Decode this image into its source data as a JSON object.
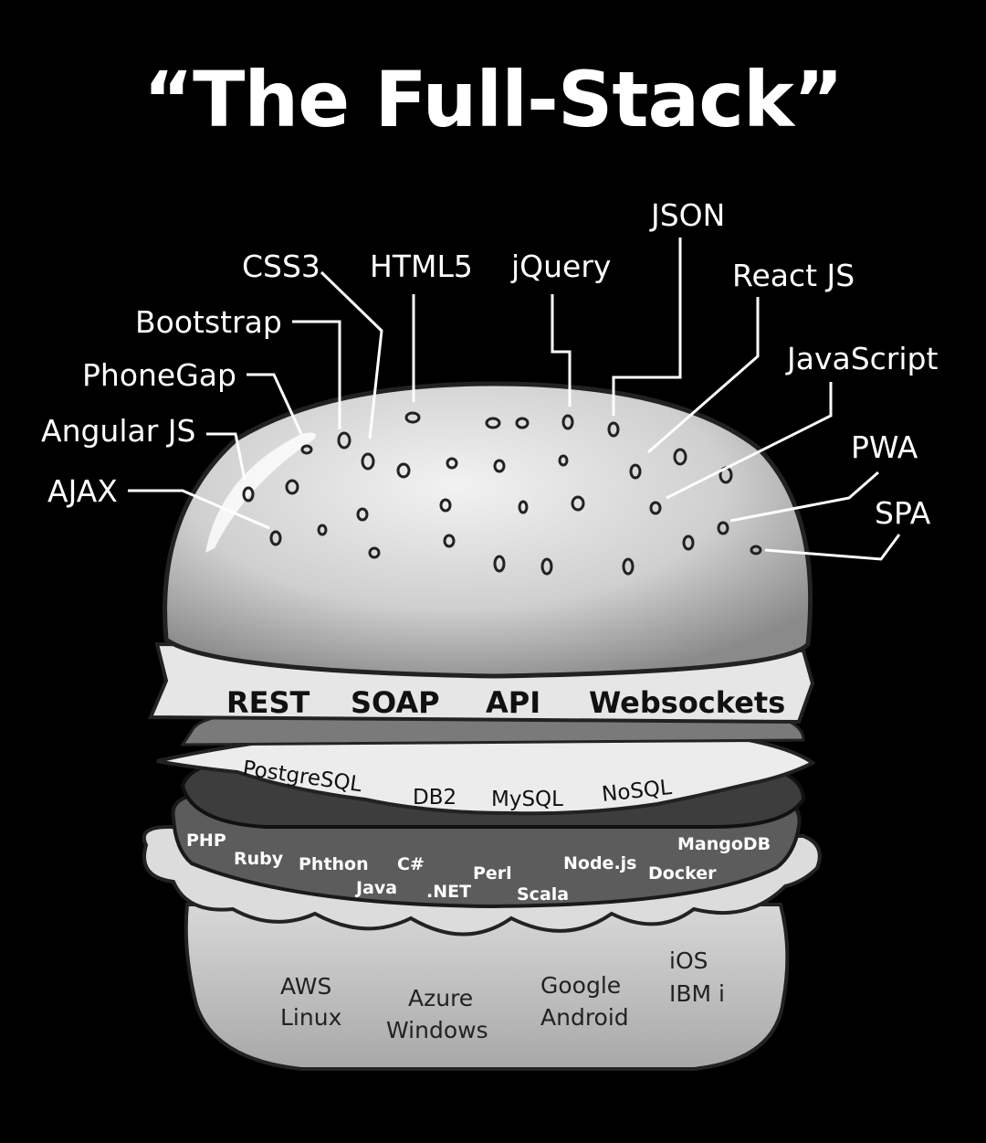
{
  "title": "“The Full-Stack”",
  "frontend_labels": {
    "json": "JSON",
    "css3": "CSS3",
    "html5": "HTML5",
    "jquery": "jQuery",
    "react_js": "React JS",
    "bootstrap": "Bootstrap",
    "phonegap": "PhoneGap",
    "javascript": "JavaScript",
    "angular_js": "Angular JS",
    "pwa": "PWA",
    "ajax": "AJAX",
    "spa": "SPA"
  },
  "api_layer": [
    "REST",
    "SOAP",
    "API",
    "Websockets"
  ],
  "database_layer": [
    "PostgreSQL",
    "DB2",
    "MySQL",
    "NoSQL"
  ],
  "backend_layer": [
    "PHP",
    "Ruby",
    "Phthon",
    "C#",
    "Java",
    ".NET",
    "Perl",
    "Scala",
    "Node.js",
    "Docker",
    "MangoDB"
  ],
  "platform_layer": [
    "AWS",
    "Linux",
    "Azure",
    "Windows",
    "Google",
    "Android",
    "iOS",
    "IBM i"
  ]
}
